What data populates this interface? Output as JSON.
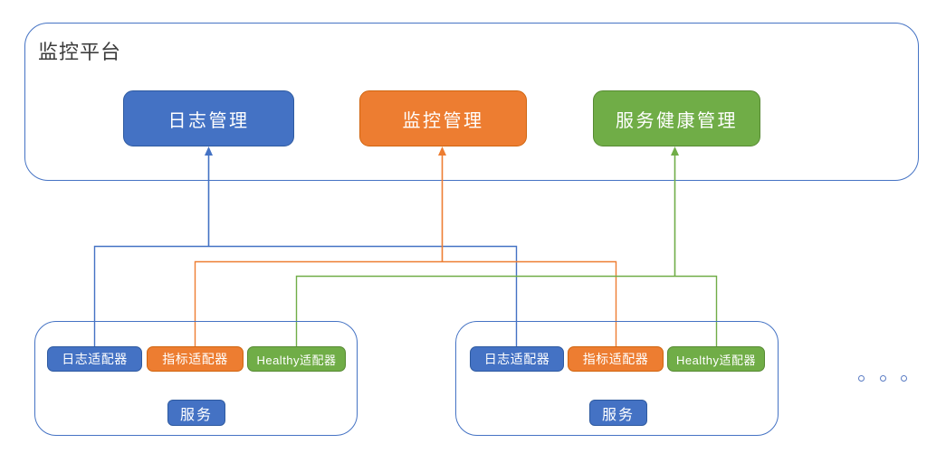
{
  "platform": {
    "title": "监控平台",
    "modules": [
      {
        "label": "日志管理",
        "color": "#4472C4"
      },
      {
        "label": "监控管理",
        "color": "#ED7D31"
      },
      {
        "label": "服务健康管理",
        "color": "#70AD47"
      }
    ]
  },
  "services": [
    {
      "adapters": [
        {
          "label": "日志适配器",
          "color": "#4472C4"
        },
        {
          "label": "指标适配器",
          "color": "#ED7D31"
        },
        {
          "label": "Healthy适配器",
          "color": "#70AD47"
        }
      ],
      "service_label": "服务"
    },
    {
      "adapters": [
        {
          "label": "日志适配器",
          "color": "#4472C4"
        },
        {
          "label": "指标适配器",
          "color": "#ED7D31"
        },
        {
          "label": "Healthy适配器",
          "color": "#70AD47"
        }
      ],
      "service_label": "服务"
    }
  ],
  "connectors": [
    {
      "from": "日志适配器",
      "to": "日志管理",
      "color": "#4472C4"
    },
    {
      "from": "指标适配器",
      "to": "监控管理",
      "color": "#ED7D31"
    },
    {
      "from": "Healthy适配器",
      "to": "服务健康管理",
      "color": "#70AD47"
    }
  ],
  "more_indicator": {
    "icon": "ellipsis-dots",
    "count": 3
  }
}
